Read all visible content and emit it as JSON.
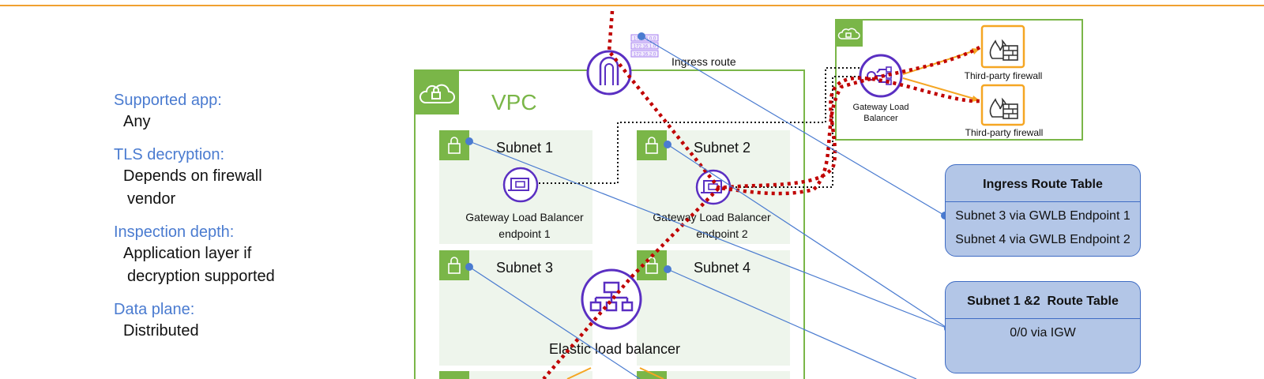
{
  "features": [
    {
      "label": "Supported app:",
      "value_lines": [
        "Any"
      ]
    },
    {
      "label": "TLS decryption:",
      "value_lines": [
        "Depends on firewall",
        "vendor"
      ]
    },
    {
      "label": "Inspection depth:",
      "value_lines": [
        "Application layer if",
        "decryption supported"
      ]
    },
    {
      "label": "Data plane:",
      "value_lines": [
        "Distributed"
      ]
    }
  ],
  "diagram": {
    "vpc_label": "VPC",
    "ingress_route_label": "Ingress route",
    "route_icon_lines": [
      "172.16.0.0",
      "172.16.1.0",
      "172.16.2.0"
    ],
    "subnets": [
      "Subnet 1",
      "Subnet 2",
      "Subnet 3",
      "Subnet 4"
    ],
    "endpoint1_lines": [
      "Gateway Load Balancer",
      "endpoint 1"
    ],
    "endpoint2_lines": [
      "Gateway Load Balancer",
      "endpoint 2"
    ],
    "elb_label": "Elastic load balancer",
    "gwlb_lines": [
      "Gateway Load",
      "Balancer"
    ],
    "firewall1_label": "Third-party firewall",
    "firewall2_label": "Third-party firewall",
    "colors": {
      "vpc_green": "#7ab648",
      "subnet_fill": "#eef5ec",
      "icon_purple": "#5a2fc2",
      "firewall_orange": "#f5a623",
      "traffic_red": "#c00000",
      "line_blue": "#4a7bd0"
    }
  },
  "route_tables": {
    "ingress": {
      "title": "Ingress Route Table",
      "rows": [
        "Subnet 3 via GWLB Endpoint 1",
        "Subnet 4 via GWLB Endpoint 2"
      ]
    },
    "subnet12": {
      "title": "Subnet 1 &2  Route Table",
      "rows": [
        "0/0 via IGW"
      ]
    }
  }
}
